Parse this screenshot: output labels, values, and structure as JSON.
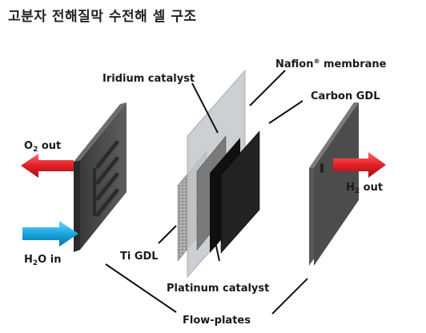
{
  "title": "고분자 전해질막 수전해 셀 구조",
  "labels": {
    "nafion": "Nafion",
    "nafion_mark": "®",
    "nafion_rest": " membrane",
    "iridium": "Iridium catalyst",
    "carbon_gdl": "Carbon GDL",
    "o2_prefix": "O",
    "o2_sub": "2",
    "o2_suffix": " out",
    "h2_prefix": "H",
    "h2_sub": "2",
    "h2_suffix": " out",
    "h2o_prefix": "H",
    "h2o_sub": "2",
    "h2o_suffix": "O in",
    "ti_gdl": "Ti GDL",
    "platinum": "Platinum catalyst",
    "flow_plates": "Flow-plates"
  },
  "colors": {
    "red_arrow": "#e21f26",
    "blue_arrow": "#1aa6e0",
    "plate": "#4a4a4a",
    "membrane": "#b9bec4",
    "gdl": "#1c1c1c"
  }
}
